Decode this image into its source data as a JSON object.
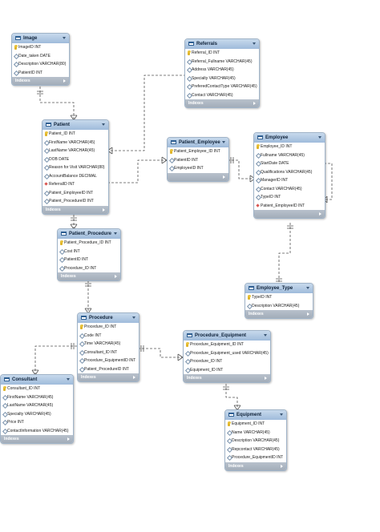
{
  "entities": {
    "image": {
      "name": "Image",
      "footer": "Indexes",
      "fields": [
        {
          "text": "ImageID INT",
          "icon": "key-icon"
        },
        {
          "text": "Date_taken DATE",
          "icon": "diamond-icon"
        },
        {
          "text": "Description VARCHAR(80)",
          "icon": "diamond-icon"
        },
        {
          "text": "PatientID INT",
          "icon": "diamond-icon"
        }
      ]
    },
    "referrals": {
      "name": "Referrals",
      "footer": "Indexes",
      "fields": [
        {
          "text": "Referral_ID INT",
          "icon": "key-icon"
        },
        {
          "text": "Referral_Fullname VARCHAR(45)",
          "icon": "diamond-icon"
        },
        {
          "text": "Address VARCHAR(45)",
          "icon": "diamond-icon"
        },
        {
          "text": "Specialty VARCHAR(45)",
          "icon": "diamond-icon"
        },
        {
          "text": "PreferedContactType VARCHAR(45)",
          "icon": "diamond-icon"
        },
        {
          "text": "Contact VARCHAR(45)",
          "icon": "diamond-icon"
        }
      ]
    },
    "patient": {
      "name": "Patient",
      "footer": "Indexes",
      "fields": [
        {
          "text": "Patient_ID INT",
          "icon": "key-icon"
        },
        {
          "text": "FirstName VARCHAR(45)",
          "icon": "diamond-icon"
        },
        {
          "text": "LastName VARCHAR(45)",
          "icon": "diamond-icon"
        },
        {
          "text": "DOB DATE",
          "icon": "diamond-icon"
        },
        {
          "text": "Reason for Visit VARCHAR(80)",
          "icon": "diamond-icon"
        },
        {
          "text": "AccountBalance DECIMAL",
          "icon": "diamond-icon"
        },
        {
          "text": "ReferralID INT",
          "icon": "fk-icon"
        },
        {
          "text": "Patient_EmployeeID INT",
          "icon": "diamond-icon"
        },
        {
          "text": "Patient_ProcedureID INT",
          "icon": "diamond-icon"
        }
      ]
    },
    "patient_employee": {
      "name": "Patient_Employee",
      "footer": "",
      "fields": [
        {
          "text": "Patient_Employee_ID INT",
          "icon": "key-icon"
        },
        {
          "text": "PatientID INT",
          "icon": "diamond-icon"
        },
        {
          "text": "EmployeeID INT",
          "icon": "diamond-icon"
        }
      ]
    },
    "employee": {
      "name": "Employee",
      "footer": "",
      "fields": [
        {
          "text": "Employee_ID INT",
          "icon": "key-icon"
        },
        {
          "text": "Fullname VARCHAR(45)",
          "icon": "diamond-icon"
        },
        {
          "text": "StartDate DATE",
          "icon": "diamond-icon"
        },
        {
          "text": "Qualifications VARCHAR(45)",
          "icon": "diamond-icon"
        },
        {
          "text": "ManagerID INT",
          "icon": "diamond-icon"
        },
        {
          "text": "Contact VARCHAR(45)",
          "icon": "diamond-icon"
        },
        {
          "text": "TypeID INT",
          "icon": "diamond-icon"
        },
        {
          "text": "Patient_EmployeeID INT",
          "icon": "fk-icon"
        }
      ]
    },
    "patient_procedure": {
      "name": "Patient_Procedure",
      "footer": "Indexes",
      "fields": [
        {
          "text": "Patient_Procedure_ID INT",
          "icon": "key-icon"
        },
        {
          "text": "Cost INT",
          "icon": "diamond-icon"
        },
        {
          "text": "PatientID INT",
          "icon": "diamond-icon"
        },
        {
          "text": "Procedure_ID INT",
          "icon": "diamond-icon"
        }
      ]
    },
    "employee_type": {
      "name": "Employee_Type",
      "footer": "Indexes",
      "fields": [
        {
          "text": "TypeID INT",
          "icon": "key-icon"
        },
        {
          "text": "Description VARCHAR(45)",
          "icon": "diamond-icon"
        }
      ]
    },
    "procedure": {
      "name": "Procedure",
      "footer": "Indexes",
      "fields": [
        {
          "text": "Procedure_ID INT",
          "icon": "key-icon"
        },
        {
          "text": "Code INT",
          "icon": "diamond-icon"
        },
        {
          "text": "Time VARCHAR(45)",
          "icon": "diamond-icon"
        },
        {
          "text": "Consultant_ID INT",
          "icon": "diamond-icon"
        },
        {
          "text": "Procedure_EquipmentID INT",
          "icon": "diamond-icon"
        },
        {
          "text": "Patient_ProcedureID INT",
          "icon": "diamond-icon"
        }
      ]
    },
    "procedure_equipment": {
      "name": "Procedure_Equipment",
      "footer": "Indexes",
      "fields": [
        {
          "text": "Procedure_Equipment_ID INT",
          "icon": "key-icon"
        },
        {
          "text": "Procedure_Equipment_used VARCHAR(45)",
          "icon": "diamond-icon"
        },
        {
          "text": "Procedure_ID INT",
          "icon": "diamond-icon"
        },
        {
          "text": "Equipment_ID INT",
          "icon": "diamond-icon"
        }
      ]
    },
    "consultant": {
      "name": "Consultant",
      "footer": "Indexes",
      "fields": [
        {
          "text": "Consultant_ID INT",
          "icon": "key-icon"
        },
        {
          "text": "FirstName VARCHAR(45)",
          "icon": "diamond-icon"
        },
        {
          "text": "LastName VARCHAR(45)",
          "icon": "diamond-icon"
        },
        {
          "text": "Specialty VARCHAR(45)",
          "icon": "diamond-icon"
        },
        {
          "text": "Price INT",
          "icon": "diamond-icon"
        },
        {
          "text": "ContactInformation VARCHAR(45)",
          "icon": "diamond-icon"
        }
      ]
    },
    "equipment": {
      "name": "Equipment",
      "footer": "Indexes",
      "fields": [
        {
          "text": "Equipment_ID INT",
          "icon": "key-icon"
        },
        {
          "text": "Name VARCHAR(45)",
          "icon": "diamond-icon"
        },
        {
          "text": "Description VARCHAR(45)",
          "icon": "diamond-icon"
        },
        {
          "text": "Repcontact VARCHAR(45)",
          "icon": "diamond-icon"
        },
        {
          "text": "Procedure_EquipmentID INT",
          "icon": "diamond-icon"
        }
      ]
    }
  },
  "colors": {
    "header": "#9fbbdb",
    "footer": "#a3adb9",
    "line": "#555555",
    "key": "#e0b52a",
    "foreign_key": "#d9534f"
  }
}
